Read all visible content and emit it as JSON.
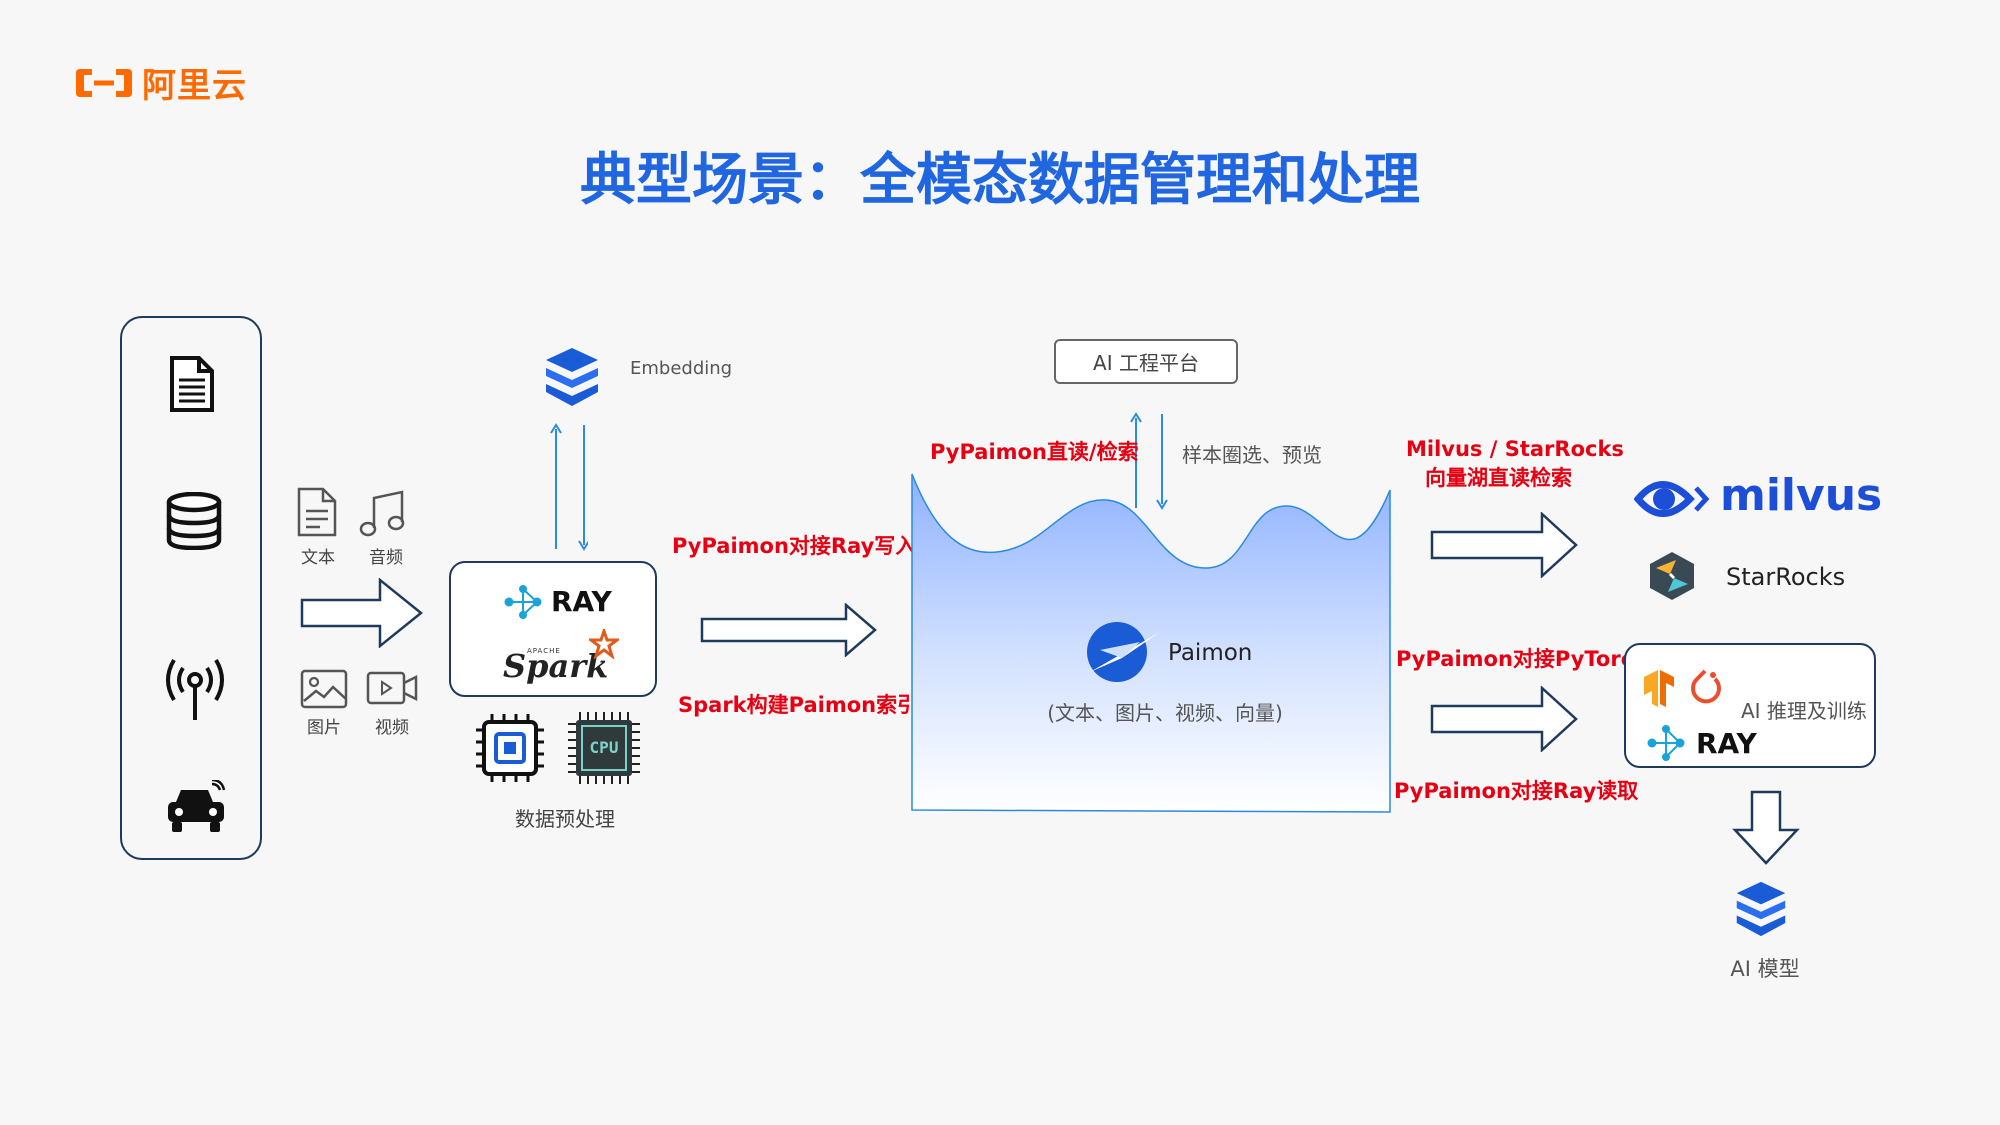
{
  "logo": {
    "text": "阿里云"
  },
  "title": "典型场景：全模态数据管理和处理",
  "sources": {
    "icons": [
      "document-icon",
      "database-icon",
      "antenna-icon",
      "car-icon"
    ]
  },
  "modalities": {
    "text": "文本",
    "audio": "音频",
    "image": "图片",
    "video": "视频"
  },
  "preprocess": {
    "embedding_label": "Embedding",
    "ray_label": "RAY",
    "spark_apache": "APACHE",
    "spark_label": "Spark",
    "cpu_label": "CPU",
    "caption": "数据预处理"
  },
  "flows": {
    "write_ray": "PyPaimon对接Ray写入",
    "spark_index": "Spark构建Paimon索引",
    "direct_read": "PyPaimon直读/检索",
    "sample": "样本圈选、预览",
    "milvus_line1": "Milvus / StarRocks",
    "milvus_line2": "向量湖直读检索",
    "pytorch": "PyPaimon对接PyTorch",
    "ray_read": "PyPaimon对接Ray读取"
  },
  "platform": {
    "label": "AI 工程平台"
  },
  "lake": {
    "name": "Paimon",
    "subtitle": "(文本、图片、视频、向量)"
  },
  "targets": {
    "milvus": "milvus",
    "starrocks": "StarRocks",
    "ai_train": "AI 推理及训练",
    "ray": "RAY",
    "ai_model": "AI 模型"
  },
  "colors": {
    "brand_orange": "#ff6a00",
    "title_blue": "#1f66e0",
    "flow_red": "#e60012",
    "navy": "#1f3a5c",
    "milvus_blue": "#1d4ed8"
  }
}
